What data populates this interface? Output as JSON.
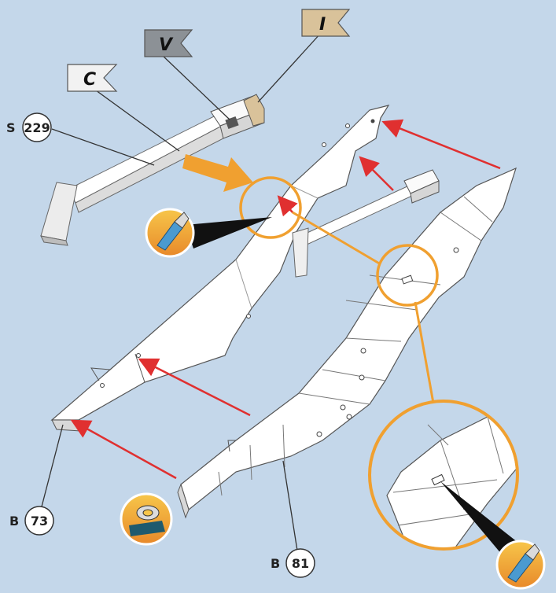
{
  "flags": [
    {
      "letter": "C",
      "color": "#f2f2f2"
    },
    {
      "letter": "V",
      "color": "#8c9196"
    },
    {
      "letter": "I",
      "color": "#d9c29a"
    }
  ],
  "parts": [
    {
      "prefix": "S",
      "number": "229"
    },
    {
      "prefix": "B",
      "number": "73"
    },
    {
      "prefix": "B",
      "number": "81"
    }
  ],
  "colors": {
    "background": "#c4d7ea",
    "arrow": "#e03030",
    "highlight": "#f0a030",
    "paper": "#ffffff"
  },
  "icons": {
    "cut_tool": "craft-knife-icon",
    "adhesive": "tape-dispenser-icon",
    "direction": "orange-arrow-icon"
  }
}
